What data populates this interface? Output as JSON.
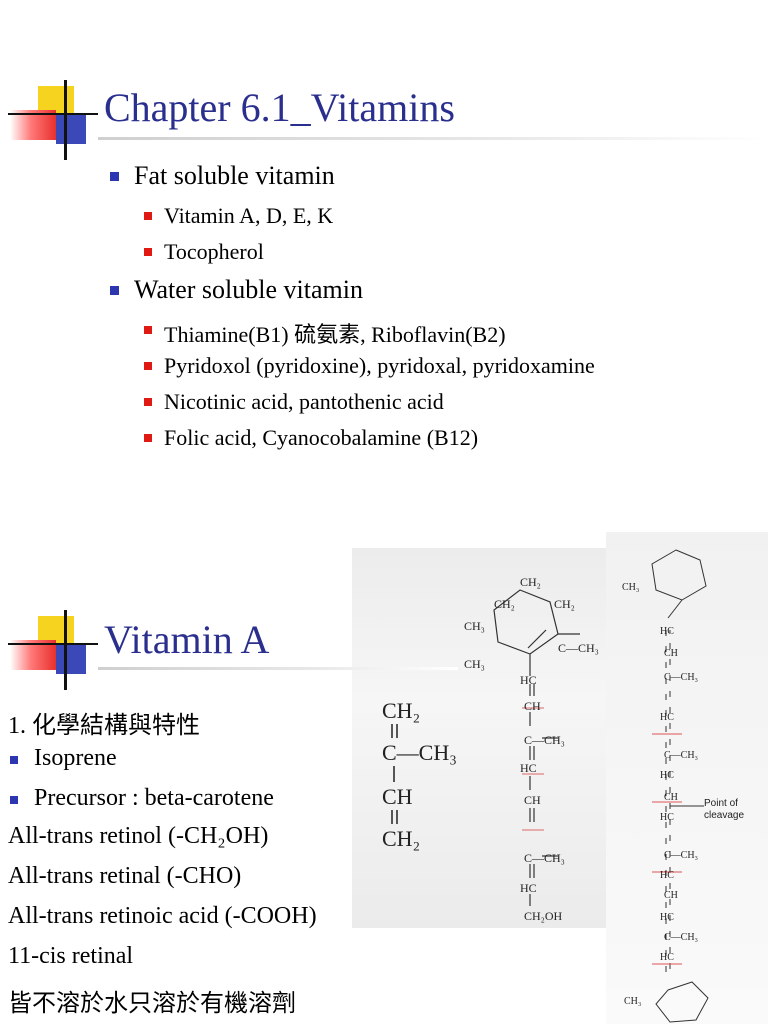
{
  "slide1": {
    "title": "Chapter 6.1_Vitamins",
    "items": [
      {
        "label": "Fat soluble vitamin",
        "subitems": [
          "Vitamin A, D, E, K",
          "Tocopherol"
        ]
      },
      {
        "label": "Water soluble vitamin",
        "subitems": [
          "Thiamine(B1) 硫氨素, Riboflavin(B2)",
          "Pyridoxol (pyridoxine), pyridoxal, pyridoxamine",
          "Nicotinic acid, pantothenic acid",
          "Folic acid, Cyanocobalamine (B12)"
        ]
      }
    ]
  },
  "slide2": {
    "title": "Vitamin A",
    "lines": [
      {
        "text": "1. 化學結構與特性",
        "bullet": false
      },
      {
        "text": "Isoprene",
        "bullet": true
      },
      {
        "text": "Precursor : beta-carotene",
        "bullet": true
      },
      {
        "text": "All-trans retinol (-CH₂OH)",
        "bullet": false
      },
      {
        "text": "All-trans retinal (-CHO)",
        "bullet": false
      },
      {
        "text": "All-trans retinoic acid (-COOH)",
        "bullet": false
      },
      {
        "text": "11-cis retinal",
        "bullet": false
      },
      {
        "text": "皆不溶於水只溶於有機溶劑",
        "bullet": false
      }
    ],
    "isoprene": {
      "ch2_top": "CH₂",
      "c_ch3": "C—CH₃",
      "ch": "CH",
      "ch2_bottom": "CH₂"
    },
    "retinol_labels": {
      "ring_top": "CH₂",
      "ring_ch2_l": "CH₂",
      "ring_ch2_r": "CH₂",
      "ch3_a": "CH₃",
      "ch3_b": "CH₃",
      "c_ch3_ring": "C—CH₃",
      "hc1": "HC",
      "ch1": "CH",
      "c_ch3_1": "C—CH₃",
      "hc2": "HC",
      "ch2": "CH",
      "c_ch3_2": "C—CH₃",
      "hc3": "HC",
      "ch2oh": "CH₂OH"
    },
    "carotene_labels": {
      "point_of_cleavage": "Point of cleavage",
      "ch3": "CH₃",
      "hc": "HC",
      "ch": "CH",
      "c_ch3": "C—CH₃"
    }
  }
}
